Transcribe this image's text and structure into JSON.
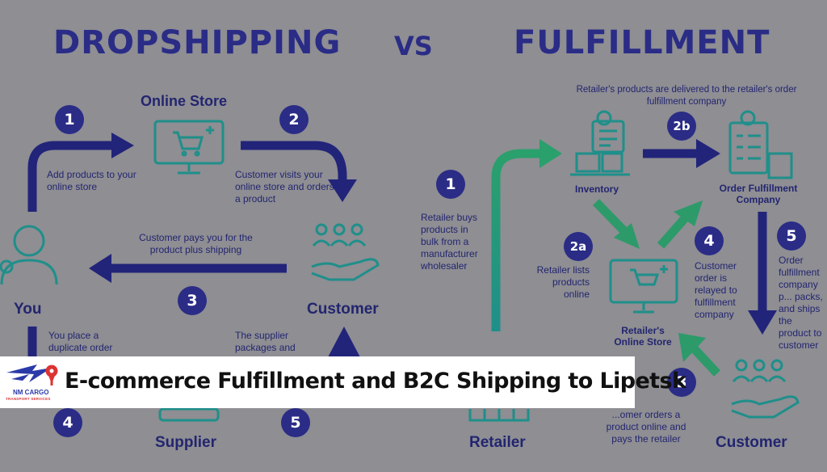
{
  "headings": {
    "left": "DROPSHIPPING",
    "vs": "VS",
    "right": "FULFILLMENT"
  },
  "dropshipping": {
    "online_store": "Online Store",
    "you": "You",
    "customer": "Customer",
    "supplier": "Supplier",
    "step1": {
      "num": "1",
      "text": "Add products to your online store"
    },
    "step2": {
      "num": "2",
      "text": "Customer visits your online store and orders a product"
    },
    "step3": {
      "num": "3",
      "text": "Customer pays you for the product plus shipping"
    },
    "step4": {
      "num": "4",
      "text": "You place a duplicate order"
    },
    "step5": {
      "num": "5",
      "text": "The supplier packages and"
    }
  },
  "fulfillment": {
    "inventory": "Inventory",
    "order_company": "Order Fulfillment Company",
    "retailer_store": "Retailer's Online Store",
    "retailer": "Retailer",
    "customer": "Customer",
    "top_note": "Retailer's products are delivered to the retailer's order fulfillment company",
    "step1": {
      "num": "1",
      "text": "Retailer buys products in bulk from a manufacturer wholesaler"
    },
    "step2a": {
      "num": "2a",
      "text": "Retailer lists products online"
    },
    "step2b": {
      "num": "2b"
    },
    "step3": {
      "num": "3",
      "text": "...omer orders a product online and pays the retailer"
    },
    "step4": {
      "num": "4",
      "text": "Customer order is relayed to fulfillment company"
    },
    "step5": {
      "num": "5",
      "text": "Order fulfillment company p... packs, and ships the product to customer"
    }
  },
  "banner": {
    "title": "E-commerce Fulfillment and B2C Shipping to Lipetsk",
    "logo_name": "NM CARGO",
    "logo_sub": "TRANSPORT SERVICES"
  },
  "colors": {
    "navy": "#2a2c86",
    "teal": "#1f8f8a",
    "green": "#2d9a6a",
    "background": "#8e8e93"
  }
}
